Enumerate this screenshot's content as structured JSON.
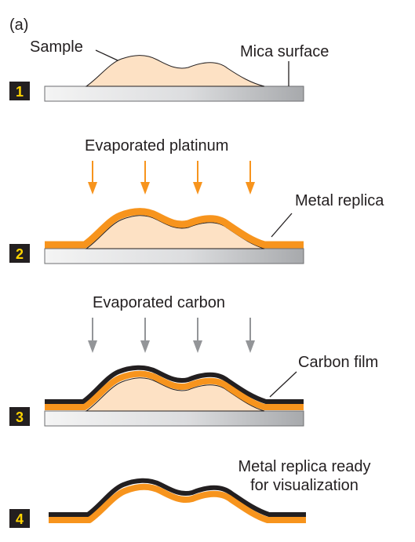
{
  "panel_label": "(a)",
  "steps": [
    {
      "number": "1",
      "labels": [
        "Sample",
        "Mica surface"
      ]
    },
    {
      "number": "2",
      "top_label": "Evaporated platinum",
      "side_label": "Metal replica"
    },
    {
      "number": "3",
      "top_label": "Evaporated carbon",
      "side_label": "Carbon film"
    },
    {
      "number": "4",
      "label_lines": [
        "Metal replica ready",
        "for visualization"
      ]
    }
  ],
  "colors": {
    "sample_fill": "#fde1c4",
    "platinum": "#f7941d",
    "carbon": "#231f20",
    "badge_bg": "#231f20",
    "badge_text": "#ffd400",
    "mica_light": "#f1f2f2",
    "mica_dark": "#a7a9ac",
    "arrow_platinum": "#f7941d",
    "arrow_carbon": "#939598"
  }
}
